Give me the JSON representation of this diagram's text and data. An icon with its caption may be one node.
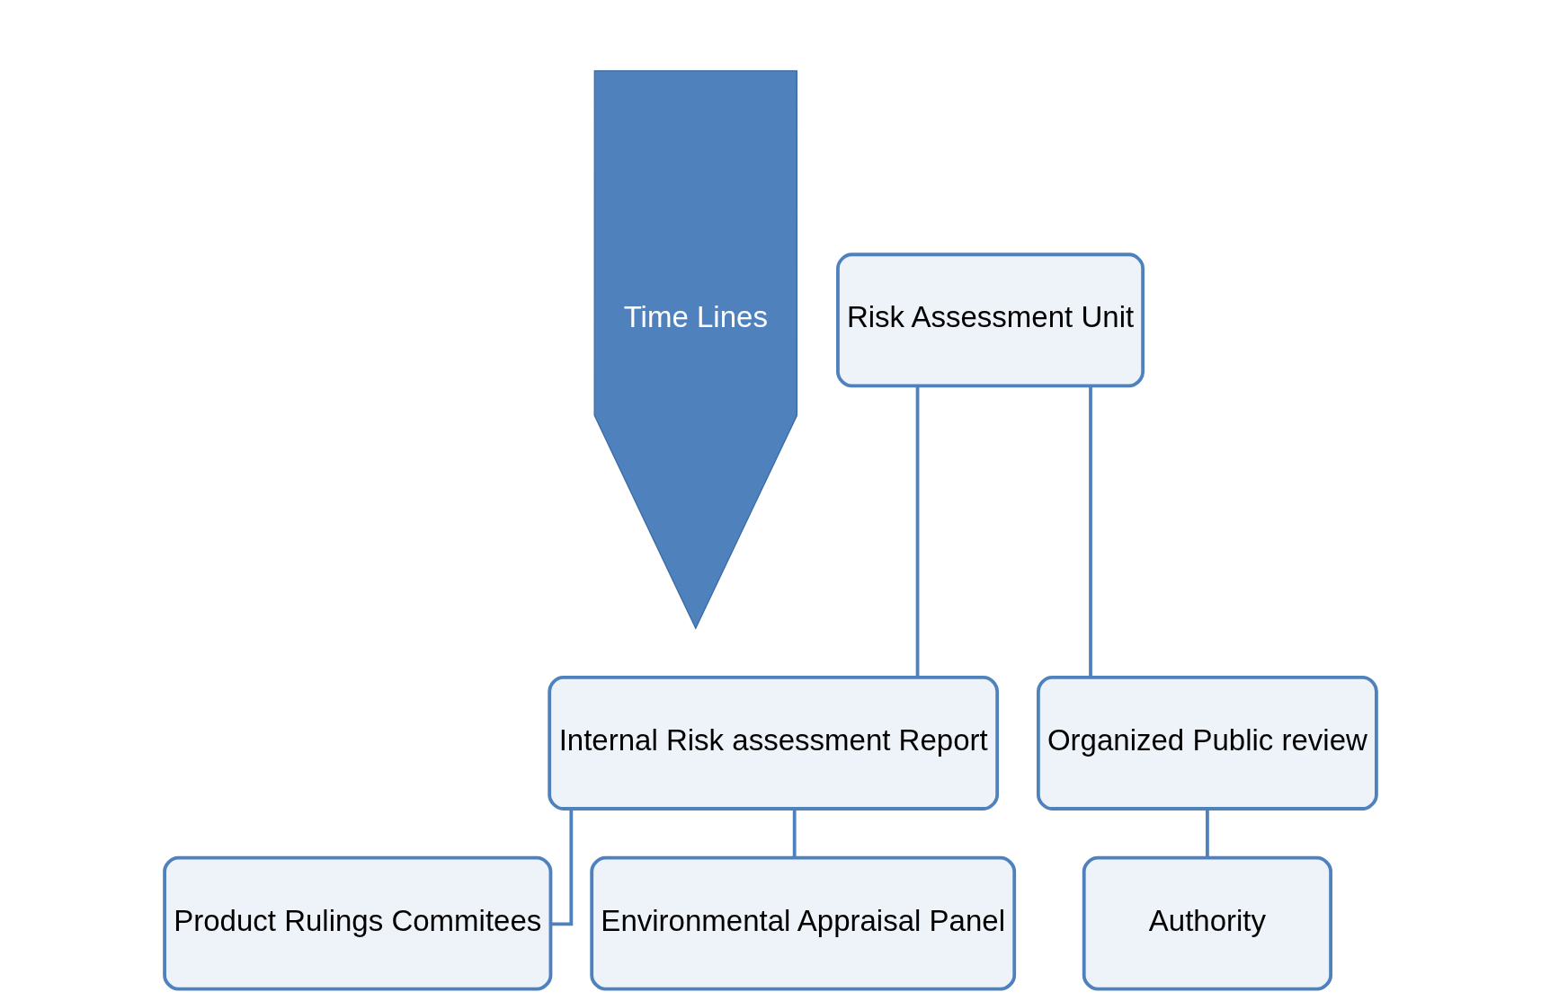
{
  "diagram": {
    "nodes": [
      {
        "text": [
          "Time Lines"
        ]
      },
      {
        "text": [
          "Risk Assessment Unit"
        ]
      },
      {
        "text": [
          "Internal Risk assessment Report"
        ]
      },
      {
        "text": [
          "Organized Public review"
        ]
      },
      {
        "text": [
          "Product Rulings Commitees"
        ]
      },
      {
        "text": [
          "Environmental Appraisal Panel"
        ]
      },
      {
        "text": [
          "Authority"
        ]
      }
    ],
    "edges": [
      {
        "from": 1,
        "to": 2,
        "arrow": "none"
      },
      {
        "from": 1,
        "to": 3,
        "arrow": "none"
      },
      {
        "from": 2,
        "to": 4,
        "arrow": "none"
      },
      {
        "from": 2,
        "to": 5,
        "arrow": "none"
      },
      {
        "from": 3,
        "to": 6,
        "arrow": "none"
      }
    ]
  }
}
